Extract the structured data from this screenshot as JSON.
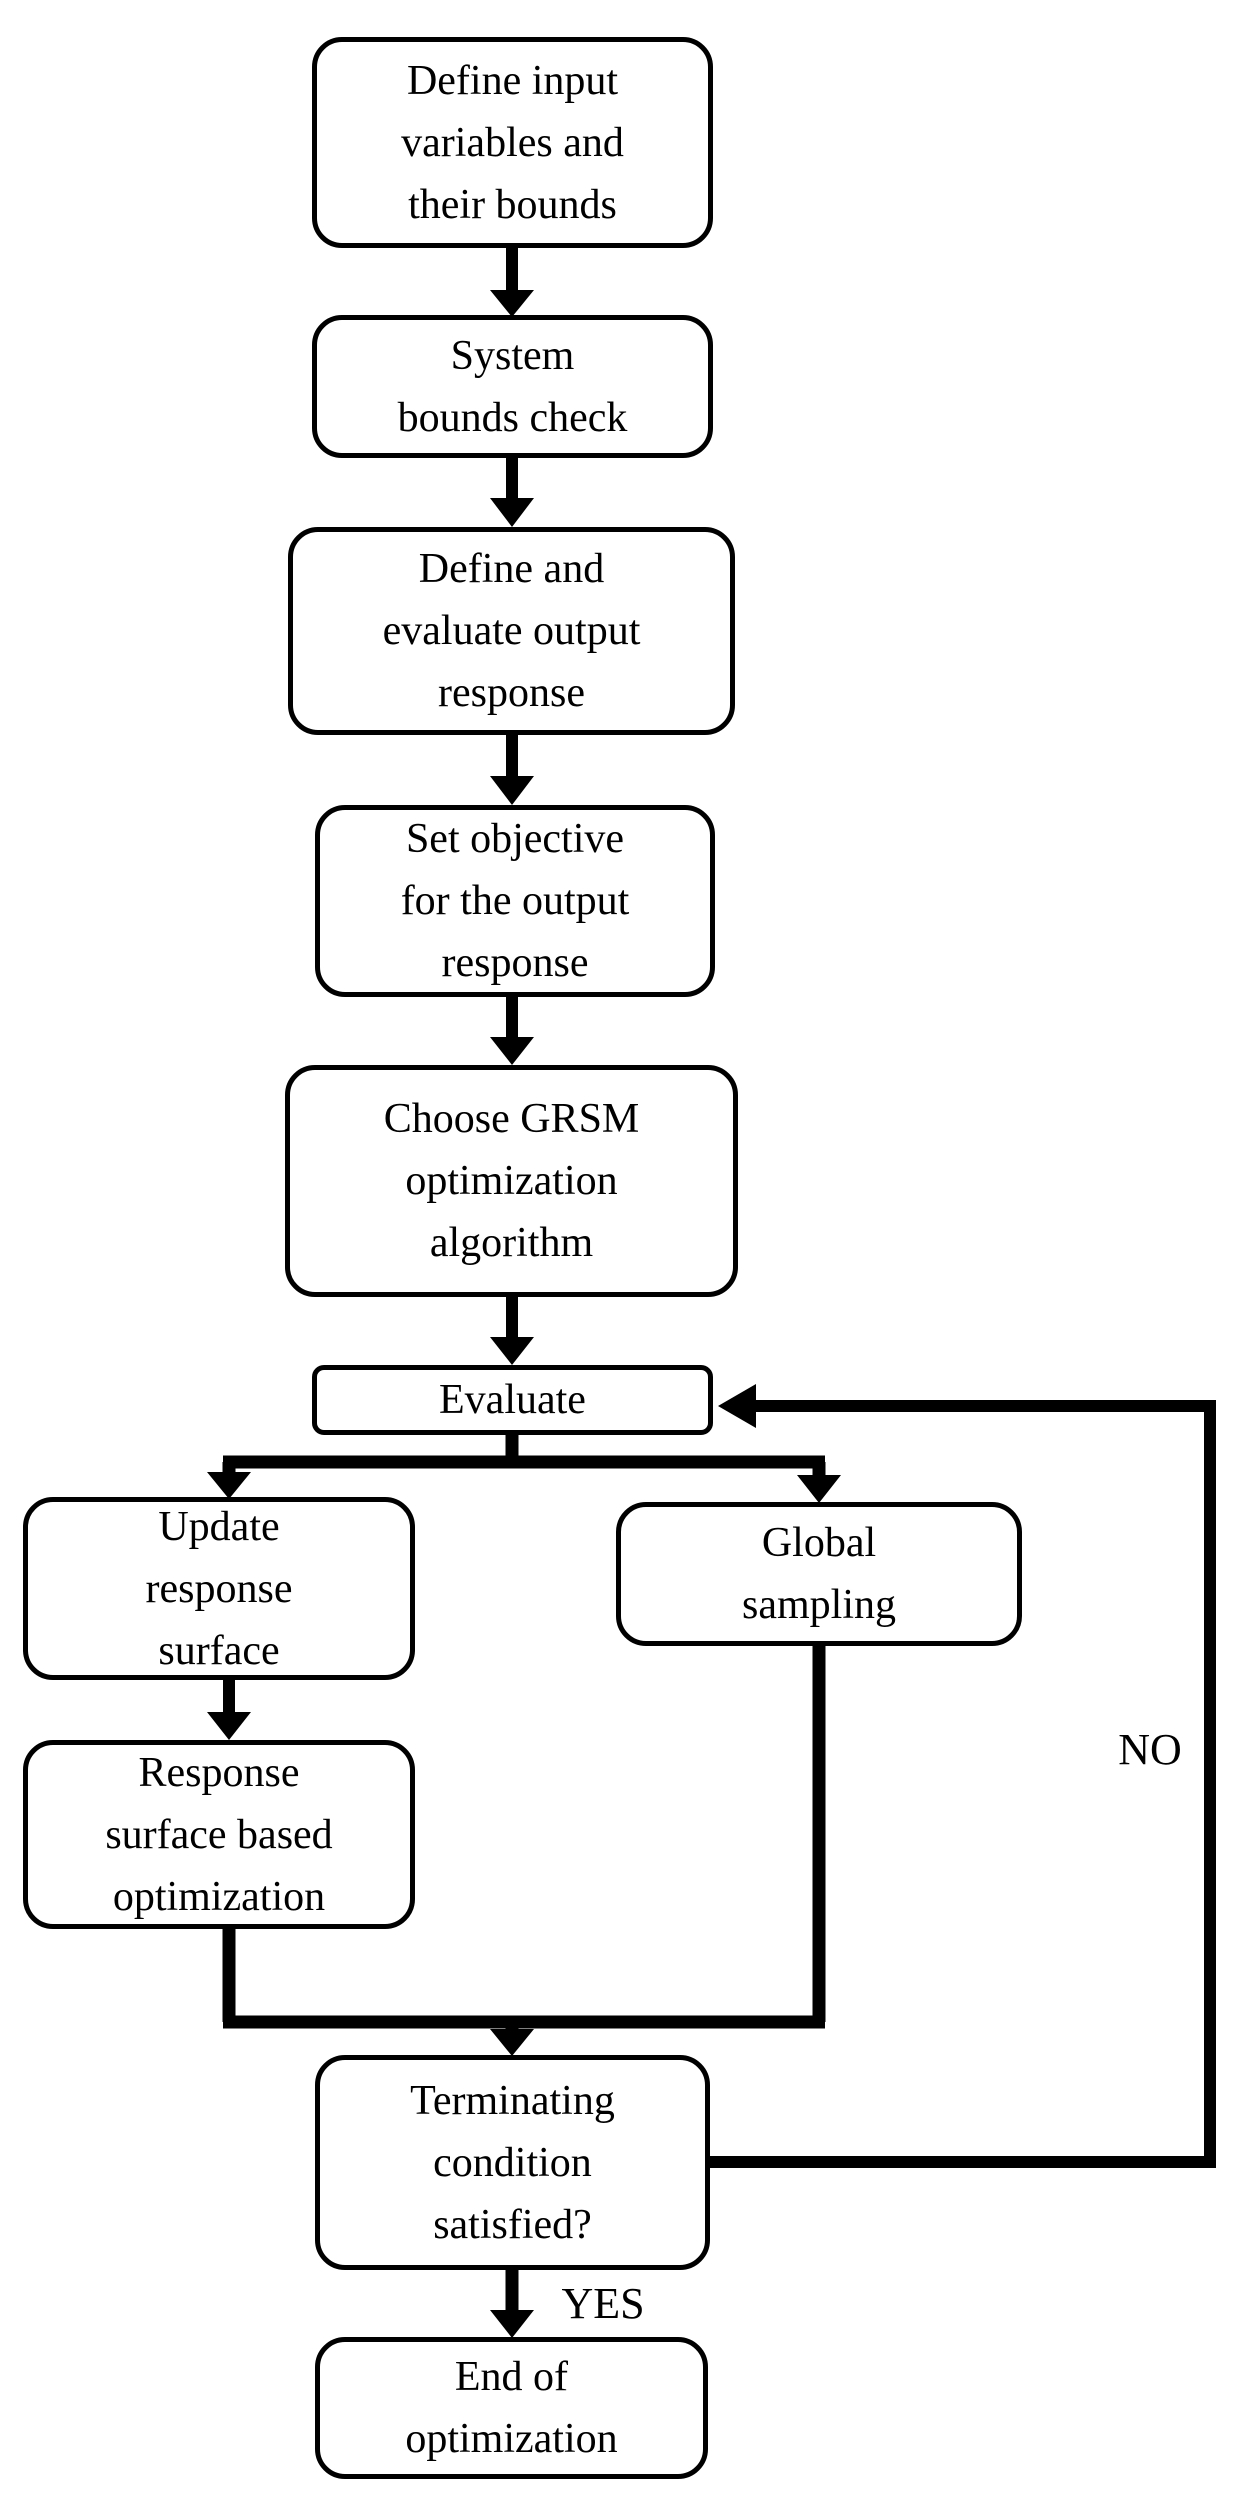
{
  "colors": {
    "ink": "#000000",
    "background": "#ffffff"
  },
  "nodes": {
    "define_input": {
      "label": "Define input\nvariables and\ntheir bounds"
    },
    "system_bounds": {
      "label": "System\nbounds check"
    },
    "define_evaluate": {
      "label": "Define and\nevaluate output\nresponse"
    },
    "set_objective": {
      "label": "Set objective\nfor the output\nresponse"
    },
    "choose_grsm": {
      "label": "Choose GRSM\noptimization\nalgorithm"
    },
    "evaluate": {
      "label": "Evaluate"
    },
    "update_surface": {
      "label": "Update\nresponse\nsurface"
    },
    "response_surface": {
      "label": "Response\nsurface based\noptimization"
    },
    "global_sampling": {
      "label": "Global\nsampling"
    },
    "terminating": {
      "label": "Terminating\ncondition\nsatisfied?"
    },
    "end_optimization": {
      "label": "End of\noptimization"
    }
  },
  "edge_labels": {
    "yes": "YES",
    "no": "NO"
  }
}
